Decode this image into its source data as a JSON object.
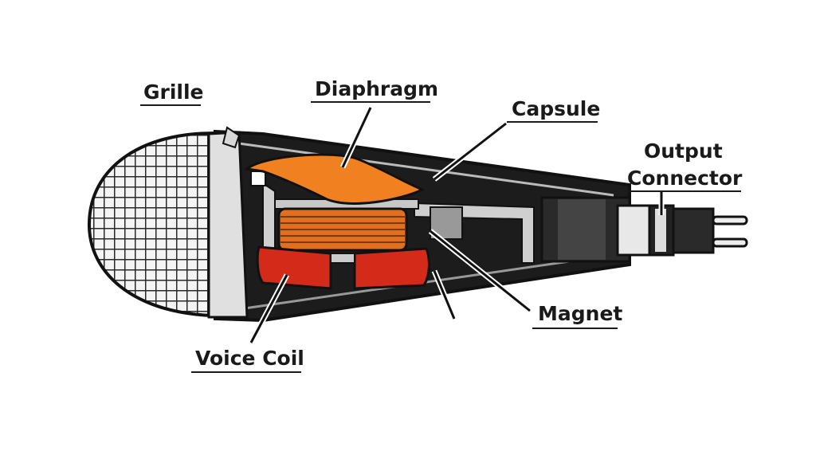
{
  "title": "Dynamic Microphone Cross-Section",
  "labels": {
    "grille": "Grille",
    "diaphragm": "Diaphragm",
    "capsule": "Capsule",
    "output_connector_line1": "Output",
    "output_connector_line2": "Connector",
    "magnet": "Magnet",
    "voice_coil": "Voice Coil"
  },
  "colors": {
    "diaphragm": "#f08020",
    "coil": "#e07020",
    "magnet": "#d42a1a",
    "body": "#1c1c1c",
    "grille": "#e8e8e8"
  }
}
